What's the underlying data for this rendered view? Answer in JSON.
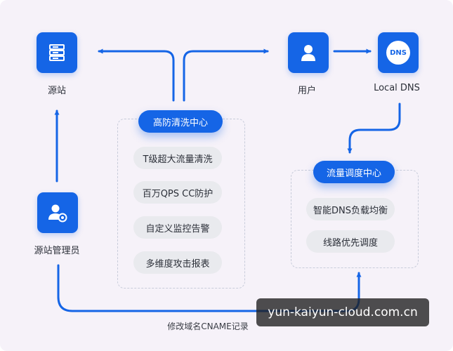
{
  "nodes": {
    "origin_server": {
      "label": "源站",
      "icon": "server-icon"
    },
    "user": {
      "label": "用户",
      "icon": "user-icon"
    },
    "local_dns": {
      "label": "Local DNS",
      "icon": "dns-icon",
      "icon_text": "DNS"
    },
    "origin_admin": {
      "label": "源站管理员",
      "icon": "admin-user-icon"
    }
  },
  "scrubbing_center": {
    "title": "高防清洗中心",
    "features": [
      "T级超大流量清洗",
      "百万QPS CC防护",
      "自定义监控告警",
      "多维度攻击报表"
    ]
  },
  "traffic_scheduling": {
    "title": "流量调度中心",
    "features": [
      "智能DNS负载均衡",
      "线路优先调度"
    ]
  },
  "flow_caption": "修改域名CNAME记录",
  "watermark": "yun-kaiyun-cloud.com.cn",
  "colors": {
    "accent": "#1565e6",
    "background": "#f6f2f9",
    "pill": "#e9eaee",
    "panel_border": "#c8ccda"
  }
}
